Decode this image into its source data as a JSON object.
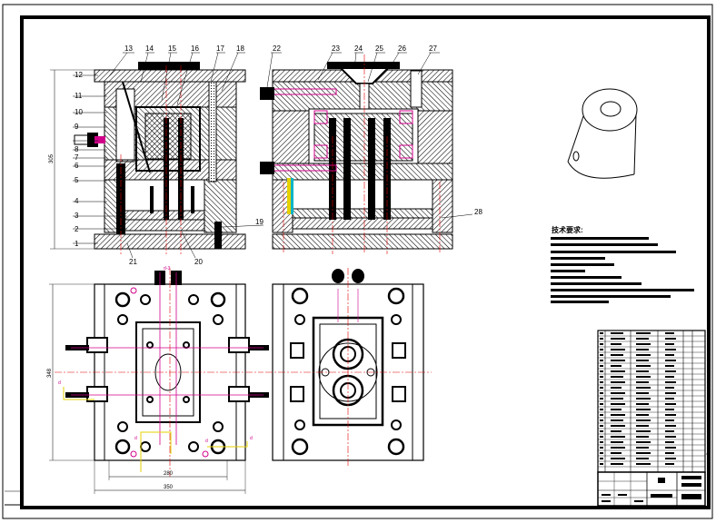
{
  "drawing": {
    "balloons_front": [
      "1",
      "2",
      "3",
      "4",
      "5",
      "6",
      "7",
      "8",
      "9",
      "10",
      "11",
      "12"
    ],
    "balloons_top": [
      "13",
      "14",
      "15",
      "16",
      "17",
      "18"
    ],
    "balloons_bottom": [
      "21",
      "20",
      "19"
    ],
    "balloons_side": [
      "22",
      "23",
      "24",
      "25",
      "26",
      "27",
      "28"
    ],
    "dim_overall_height": "305",
    "dim_plan_height": "348",
    "dim_plan_width_inner": "280",
    "dim_plan_width_outer": "350",
    "tech_title": "技术要求:",
    "plan_markers": [
      "d-3",
      "d",
      "d",
      "d",
      "d"
    ],
    "colors": {
      "hatch": "#000000",
      "centerline": "#e00000",
      "cooling": "#d0008a",
      "rod": "#e6d200",
      "cyan": "#00b4c8"
    }
  }
}
